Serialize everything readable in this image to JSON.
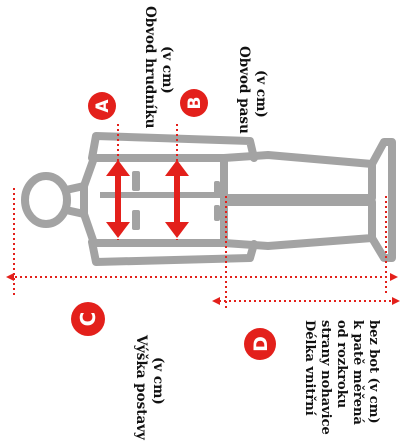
{
  "colors": {
    "accent": "#e3201b",
    "figure": "#a3a3a3",
    "text": "#111111"
  },
  "measures": {
    "a": {
      "letter": "A",
      "label": "Obvod hrudníku",
      "unit": "(v cm)"
    },
    "b": {
      "letter": "B",
      "label": "Obvod pasu",
      "unit": "(v cm)"
    },
    "c": {
      "letter": "C",
      "label": "Výška postavy",
      "unit": "(v cm)"
    },
    "d": {
      "letter": "D",
      "lines": [
        "Délka vnitřní",
        "strany nohavice",
        "od rozkroku",
        "k patě měřená",
        "bez bot (v cm)"
      ]
    }
  }
}
